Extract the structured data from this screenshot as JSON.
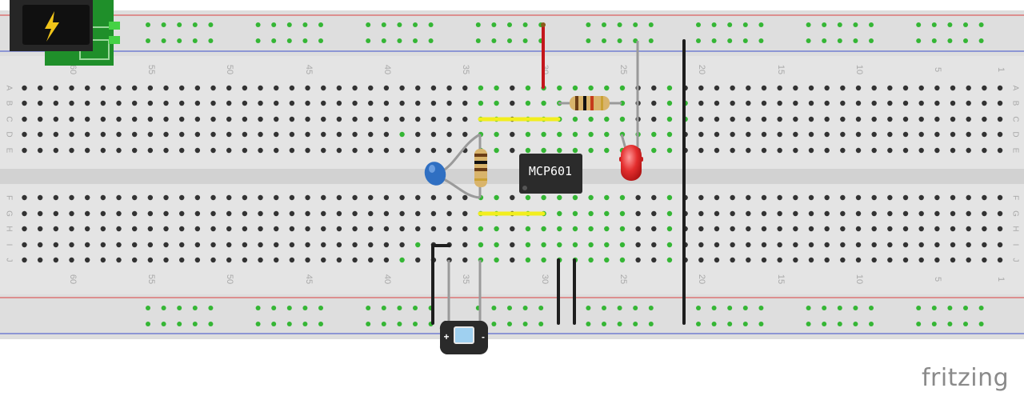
{
  "column_numbers_top": [
    "60",
    "55",
    "50",
    "45",
    "40",
    "35",
    "30",
    "25",
    "20",
    "15",
    "10",
    "5",
    "1"
  ],
  "column_numbers_bottom": [
    "60",
    "55",
    "50",
    "45",
    "40",
    "35",
    "30",
    "25",
    "20",
    "15",
    "10",
    "5",
    "1"
  ],
  "row_letters_top": [
    "A",
    "B",
    "C",
    "D",
    "E"
  ],
  "row_letters_bottom": [
    "F",
    "G",
    "H",
    "I",
    "J"
  ],
  "chip_label": "MCP601",
  "brand": "fritzing",
  "colors": {
    "board": "#e4e4e4",
    "hole": "#333333",
    "hole_active": "#35b635",
    "rail_red": "#d94040",
    "rail_blue": "#3c4dc9",
    "wire_red": "#c4161c",
    "wire_black": "#1e1e1e",
    "wire_yellow": "#f2ee1e",
    "lead_gray": "#9a9a9a",
    "led": "#e32d2d",
    "capacitor": "#2f6fc2",
    "chip": "#2b2b2b",
    "power_pcb": "#1f8f2a"
  },
  "icons": {
    "power": "lightning-bolt-icon",
    "photocell": "light-sensor-icon"
  }
}
